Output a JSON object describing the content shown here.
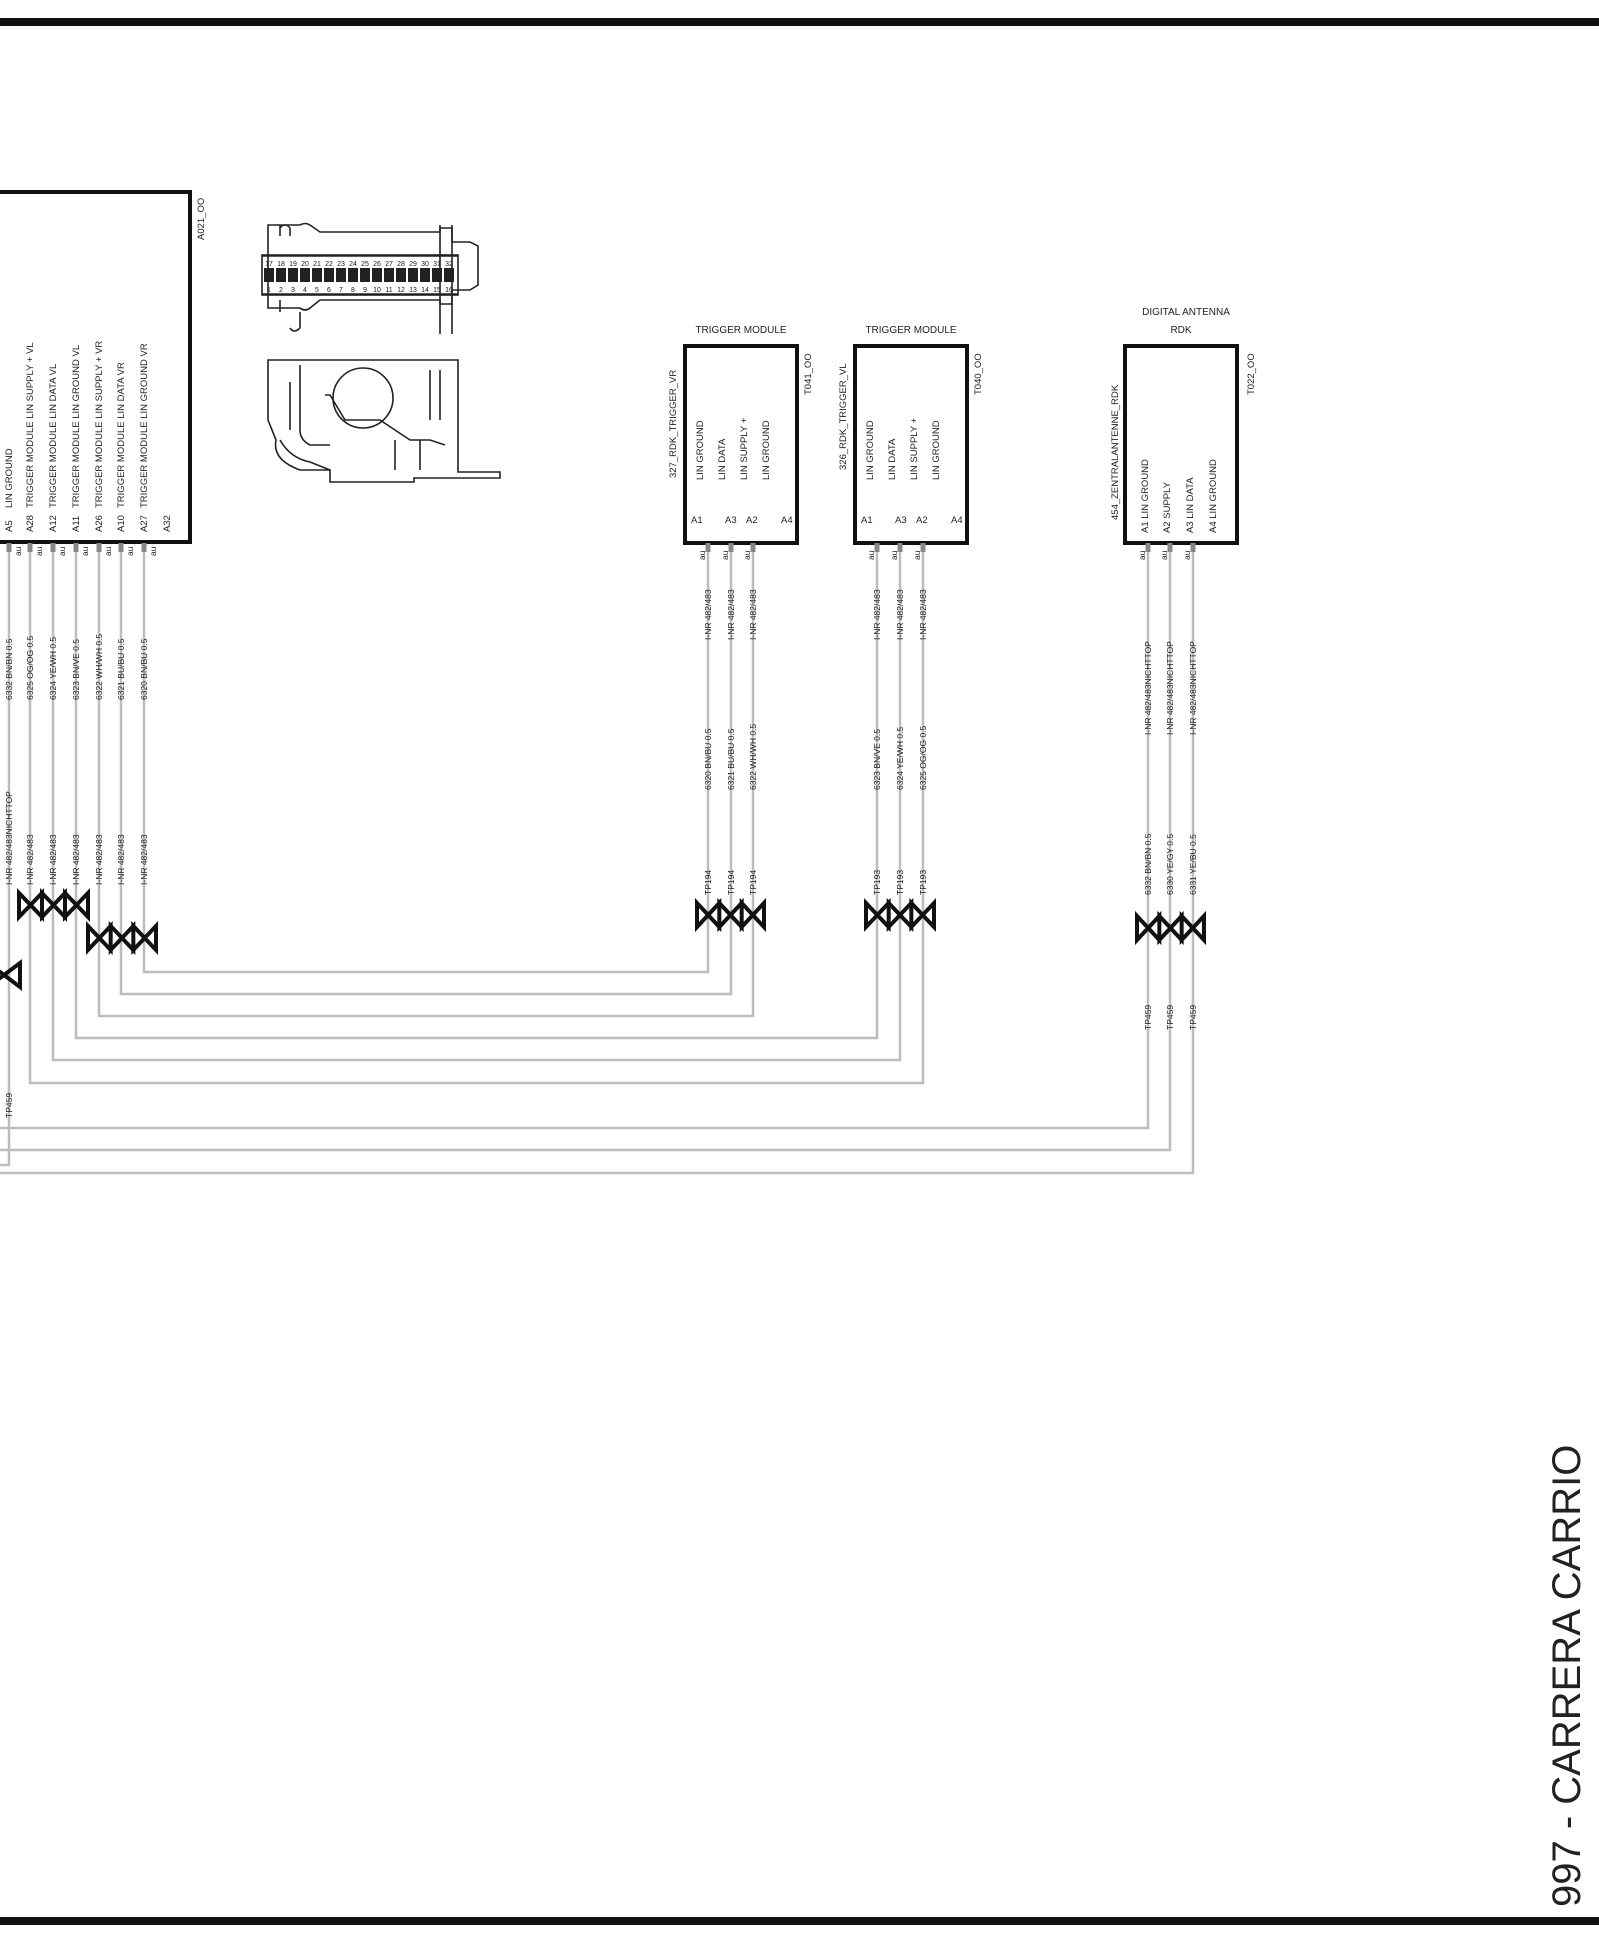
{
  "title": "997 - CARRERA CARRIO",
  "main_ecu": {
    "id": "A021_OO",
    "pins": [
      {
        "pin": "A5",
        "label": "LIN GROUND",
        "wire": "6332 BN/BN 0.5",
        "note": "I-NR 482/483NICHTTOP"
      },
      {
        "pin": "A28",
        "label": "TRIGGER MODULE LIN SUPPLY + VL",
        "wire": "6325 OG/OG 0.5",
        "note": "I-NR 482/483"
      },
      {
        "pin": "A12",
        "label": "TRIGGER MODULE LIN DATA VL",
        "wire": "6324 YE/WH 0.5",
        "note": "I-NR 482/483"
      },
      {
        "pin": "A11",
        "label": "TRIGGER MODULE LIN GROUND VL",
        "wire": "6323 BN/VE 0.5",
        "note": "I-NR 482/483"
      },
      {
        "pin": "A26",
        "label": "TRIGGER MODULE LIN SUPPLY + VR",
        "wire": "6322 WH/WH 0.5",
        "note": "I-NR 482/483"
      },
      {
        "pin": "A10",
        "label": "TRIGGER MODULE LIN DATA VR",
        "wire": "6321 BU/BU 0.5",
        "note": "I-NR 482/483"
      },
      {
        "pin": "A27",
        "label": "TRIGGER MODULE LIN GROUND VR",
        "wire": "6320 BN/BU 0.5",
        "note": "I-NR 482/483"
      },
      {
        "pin": "A32",
        "label": "",
        "wire": "",
        "note": ""
      }
    ],
    "connector_pins_top": [
      "17",
      "18",
      "19",
      "20",
      "21",
      "22",
      "23",
      "24",
      "25",
      "26",
      "27",
      "28",
      "29",
      "30",
      "31",
      "32"
    ],
    "connector_pins_bottom": [
      "1",
      "2",
      "3",
      "4",
      "5",
      "6",
      "7",
      "8",
      "9",
      "10",
      "11",
      "12",
      "13",
      "14",
      "15",
      "16"
    ]
  },
  "trigger_vr": {
    "header": "TRIGGER MODULE",
    "name": "327_RDK_TRIGGER_VR",
    "id": "T041_OO",
    "signals": [
      "LIN GROUND",
      "LIN DATA",
      "LIN SUPPLY +",
      "LIN GROUND"
    ],
    "pins": [
      "A1",
      "A3",
      "A2",
      "A4"
    ],
    "inr": [
      "I-NR 482/483",
      "I-NR 482/483",
      "I-NR 482/483"
    ],
    "wires": [
      "6320 BN/BU 0.5",
      "6321 BU/BU 0.5",
      "6322 WH/WH 0.5"
    ],
    "tp": [
      "TP194",
      "TP194",
      "TP194"
    ]
  },
  "trigger_vl": {
    "header": "TRIGGER MODULE",
    "name": "326_RDK_TRIGGER_VL",
    "id": "T040_OO",
    "signals": [
      "LIN GROUND",
      "LIN DATA",
      "LIN SUPPLY +",
      "LIN GROUND"
    ],
    "pins": [
      "A1",
      "A3",
      "A2",
      "A4"
    ],
    "inr": [
      "I-NR 482/483",
      "I-NR 482/483",
      "I-NR 482/483"
    ],
    "wires": [
      "6323 BN/VE 0.5",
      "6324 YE/WH 0.5",
      "6325 OG/OG 0.5"
    ],
    "tp": [
      "TP193",
      "TP193",
      "TP193"
    ]
  },
  "antenna": {
    "header_line1": "DIGITAL   ANTENNA",
    "header_line2": "RDK",
    "name": "454_ZENTRALANTENNE_RDK",
    "id": "T022_OO",
    "signals": [
      "A1 LIN GROUND",
      "A2 SUPPLY",
      "A3 LIN DATA",
      "A4 LIN GROUND"
    ],
    "inr": [
      "I-NR 482/483NICHTTOP",
      "I-NR 482/483NICHTTOP",
      "I-NR 482/483NICHTTOP"
    ],
    "wires": [
      "6332 BN/BN 0.5",
      "6330 YE/GY 0.5",
      "6331 YE/BU 0.5"
    ],
    "tp": [
      "TP459",
      "TP459",
      "TP459"
    ]
  },
  "au": "au",
  "left_tp": "TP459"
}
